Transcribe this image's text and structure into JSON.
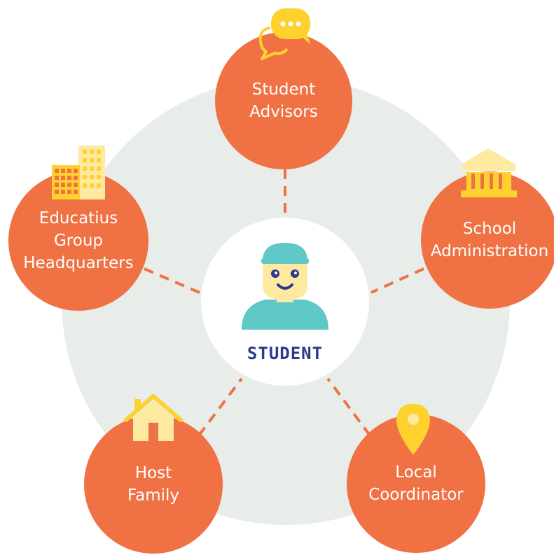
{
  "center": {
    "label": "STUDENT",
    "icon": "student-avatar-icon"
  },
  "nodes": {
    "advisors": {
      "line1": "Student",
      "line2": "Advisors",
      "icon": "chat-bubbles-icon"
    },
    "hq": {
      "line1": "Educatius",
      "line2": "Group",
      "line3": "Headquarters",
      "icon": "office-buildings-icon"
    },
    "school": {
      "line1": "School",
      "line2": "Administration",
      "icon": "institution-icon"
    },
    "host": {
      "line1": "Host",
      "line2": "Family",
      "icon": "house-icon"
    },
    "local": {
      "line1": "Local",
      "line2": "Coordinator",
      "icon": "map-pin-icon"
    }
  },
  "colors": {
    "node": "#f07244",
    "background_disc": "#e8edea",
    "connector": "#f07244",
    "center_label": "#2d3a8c",
    "icon_yellow": "#fdd22f",
    "icon_pale": "#fdeaa0"
  }
}
